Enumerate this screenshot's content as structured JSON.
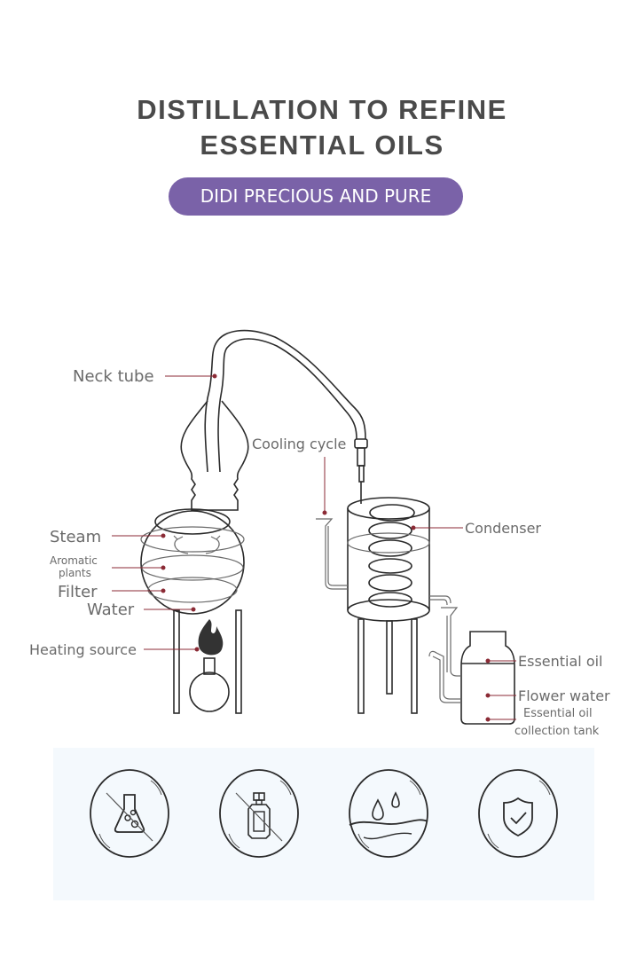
{
  "header": {
    "title_line1": "DISTILLATION TO REFINE",
    "title_line2": "ESSENTIAL OILS",
    "badge": "DIDI PRECIOUS AND PURE",
    "badge_color": "#7a62a8",
    "title_color": "#4a4a4a"
  },
  "diagram": {
    "labels": {
      "neck_tube": "Neck tube",
      "cooling_cycle": "Cooling cycle",
      "condenser": "Condenser",
      "steam": "Steam",
      "aromatic_plants_line1": "Aromatic",
      "aromatic_plants_line2": "plants",
      "filter": "Filter",
      "water": "Water",
      "heating_source": "Heating source",
      "essential_oil": "Essential oil",
      "flower_water": "Flower water",
      "collection_tank_line1": "Essential oil",
      "collection_tank_line2": "collection tank"
    },
    "leader_color": "#8b2a35",
    "line_color": "#2b2b2b"
  },
  "features": {
    "icons": [
      {
        "name": "no-chemicals-icon"
      },
      {
        "name": "no-fragrance-icon"
      },
      {
        "name": "water-drops-icon"
      },
      {
        "name": "shield-check-icon"
      }
    ],
    "panel_color": "#f4f9fd"
  }
}
